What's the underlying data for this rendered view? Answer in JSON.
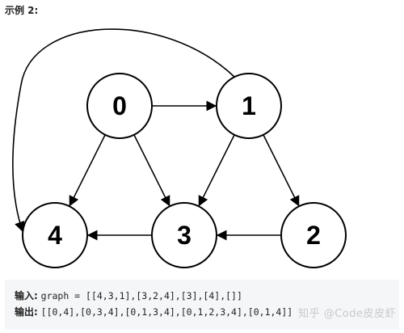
{
  "heading": "示例 2:",
  "graph": {
    "nodes": [
      {
        "id": "0",
        "label": "0"
      },
      {
        "id": "1",
        "label": "1"
      },
      {
        "id": "2",
        "label": "2"
      },
      {
        "id": "3",
        "label": "3"
      },
      {
        "id": "4",
        "label": "4"
      }
    ],
    "edges": [
      {
        "from": "0",
        "to": "1"
      },
      {
        "from": "0",
        "to": "3"
      },
      {
        "from": "0",
        "to": "4"
      },
      {
        "from": "1",
        "to": "3"
      },
      {
        "from": "1",
        "to": "2"
      },
      {
        "from": "1",
        "to": "4"
      },
      {
        "from": "2",
        "to": "3"
      },
      {
        "from": "3",
        "to": "4"
      }
    ]
  },
  "io": {
    "input_label": "输入:",
    "input_value": "graph = [[4,3,1],[3,2,4],[3],[4],[]]",
    "output_label": "输出:",
    "output_value": "[[0,4],[0,3,4],[0,1,3,4],[0,1,2,3,4],[0,1,4]]"
  },
  "watermark": "知乎 @Code皮皮虾"
}
